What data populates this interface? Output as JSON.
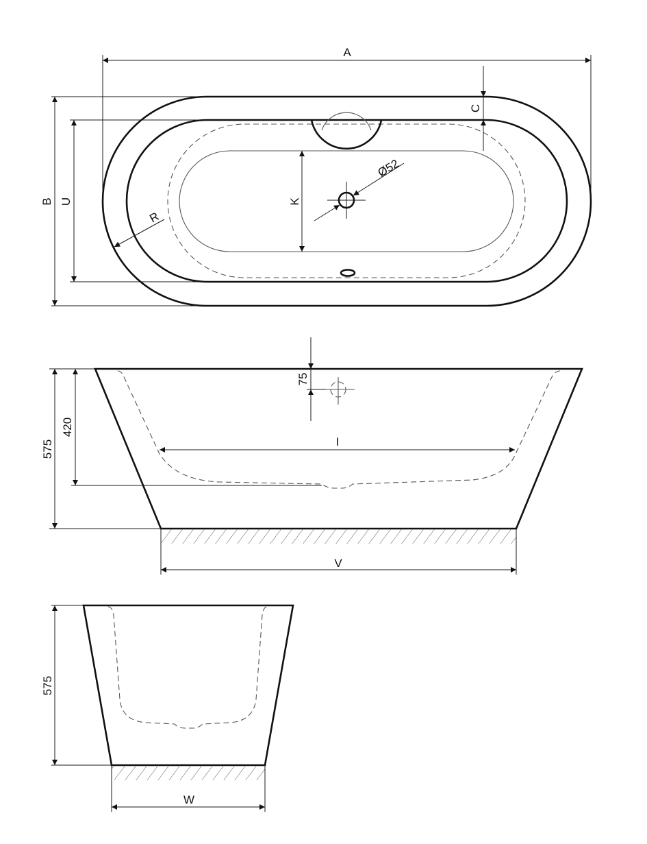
{
  "diagram": {
    "top_view": {
      "label_a": "A",
      "label_b": "B",
      "label_u": "U",
      "label_c": "C",
      "label_k": "K",
      "label_r": "R",
      "label_drain": "Ø52"
    },
    "side_view": {
      "label_height": "575",
      "label_rim": "420",
      "label_overflow": "75",
      "label_i": "I",
      "label_v": "V"
    },
    "end_view": {
      "label_height": "575",
      "label_w": "W"
    }
  }
}
